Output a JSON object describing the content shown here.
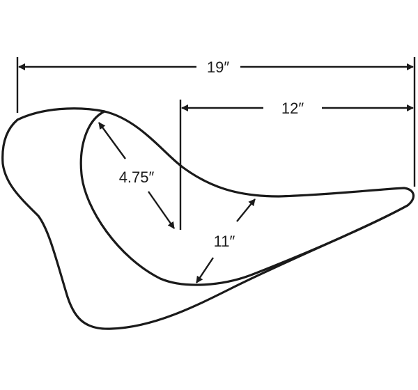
{
  "dimensions": {
    "overall_length": "19″",
    "rear_length": "12″",
    "seat_width": "11″",
    "backrest_height": "4.75″"
  },
  "colors": {
    "line": "#1a1a1a",
    "background": "#ffffff"
  }
}
